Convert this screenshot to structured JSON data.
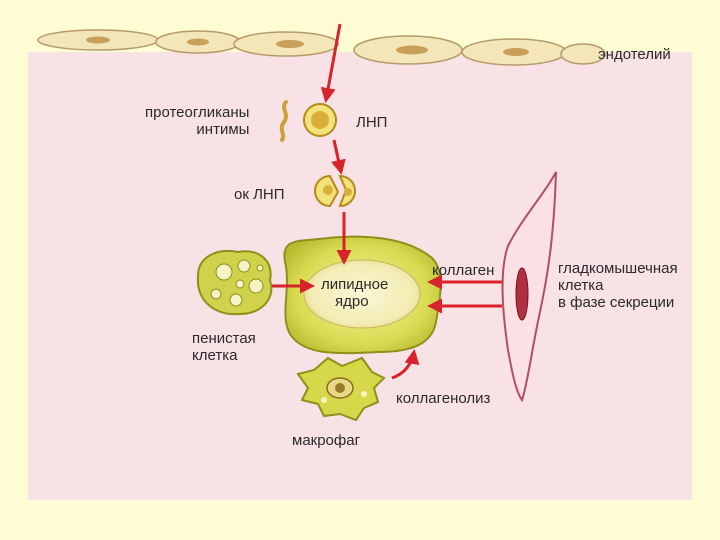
{
  "labels": {
    "endothelium": "эндотелий",
    "proteoglycans": [
      "протеогликаны",
      "интимы"
    ],
    "ldl": "ЛНП",
    "ox_ldl": "ок ЛНП",
    "lipid_core": [
      "липидное",
      "ядро"
    ],
    "collagen": "коллаген",
    "smooth_muscle_cell": [
      "гладкомышечная",
      "клетка",
      "в фазе секреции"
    ],
    "foam_cell": [
      "пенистая",
      "клетка"
    ],
    "collagenolysis": "коллагенолиз",
    "macrophage": "макрофаг"
  },
  "colors": {
    "background": "#fdfcd2",
    "intima": "#f9e2e6",
    "arrow": "#d8232a",
    "cell_fill": "#d6d84a",
    "cell_stroke": "#8f8f1c",
    "core": "#f5f0c0"
  }
}
